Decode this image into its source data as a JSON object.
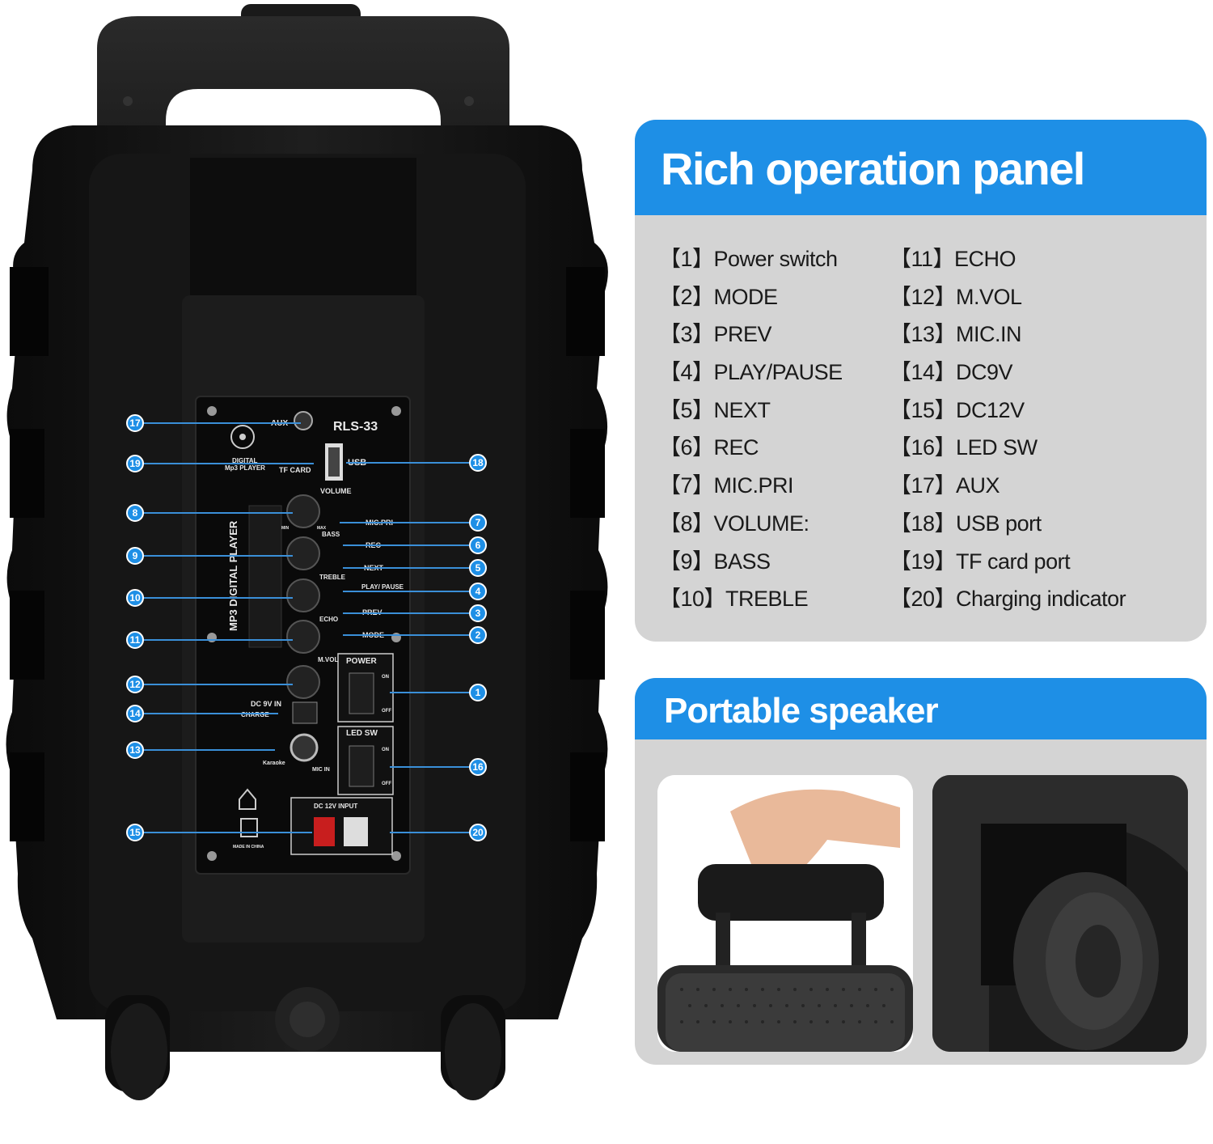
{
  "panel_title": "Rich operation panel",
  "portable_title": "Portable speaker",
  "features_left": [
    {
      "num": "【1】",
      "label": "Power switch"
    },
    {
      "num": "【2】",
      "label": "MODE"
    },
    {
      "num": "【3】",
      "label": "PREV"
    },
    {
      "num": "【4】",
      "label": "PLAY/PAUSE"
    },
    {
      "num": "【5】",
      "label": "NEXT"
    },
    {
      "num": "【6】",
      "label": "REC"
    },
    {
      "num": "【7】",
      "label": "MIC.PRI"
    },
    {
      "num": "【8】",
      "label": "VOLUME:"
    },
    {
      "num": "【9】",
      "label": "BASS"
    },
    {
      "num": "【10】",
      "label": "TREBLE"
    }
  ],
  "features_right": [
    {
      "num": "【11】",
      "label": "ECHO"
    },
    {
      "num": "【12】",
      "label": "M.VOL"
    },
    {
      "num": "【13】",
      "label": "MIC.IN"
    },
    {
      "num": "【14】",
      "label": "DC9V"
    },
    {
      "num": "【15】",
      "label": "DC12V"
    },
    {
      "num": "【16】",
      "label": "LED SW"
    },
    {
      "num": "【17】",
      "label": "AUX"
    },
    {
      "num": "【18】",
      "label": "USB port"
    },
    {
      "num": "【19】",
      "label": "TF card port"
    },
    {
      "num": "【20】",
      "label": "Charging indicator"
    }
  ],
  "device_labels": {
    "model": "RLS-33",
    "aux": "AUX",
    "usb": "USB",
    "tf_card": "TF CARD",
    "digital": "DIGITAL",
    "mp3_player": "Mp3 PLAYER",
    "side_text": "MP3 DIGITAL PLAYER",
    "volume": "VOLUME",
    "bass": "BASS",
    "treble": "TREBLE",
    "echo": "ECHO",
    "mvol": "M.VOL",
    "mic_pri": "MIC.PRI",
    "rec": "REC",
    "next": "NEXT",
    "play_pause": "PLAY/ PAUSE",
    "prev": "PREV",
    "mode": "MODE",
    "power": "POWER",
    "led_sw": "LED SW",
    "on": "ON",
    "off": "OFF",
    "dc9v_in": "DC 9V IN",
    "charge": "CHARGE",
    "karaoke": "Karaoke",
    "mic_in": "MIC IN",
    "dc12v_input": "DC 12V INPUT",
    "made_in_china": "MADE IN CHINA",
    "min": "MIN",
    "max": "MAX"
  },
  "callouts": [
    "1",
    "2",
    "3",
    "4",
    "5",
    "6",
    "7",
    "8",
    "9",
    "10",
    "11",
    "12",
    "13",
    "14",
    "15",
    "16",
    "17",
    "18",
    "19",
    "20"
  ],
  "colors": {
    "accent": "#1e8fe6",
    "card_bg": "#d4d4d4",
    "speaker": "#111111"
  }
}
